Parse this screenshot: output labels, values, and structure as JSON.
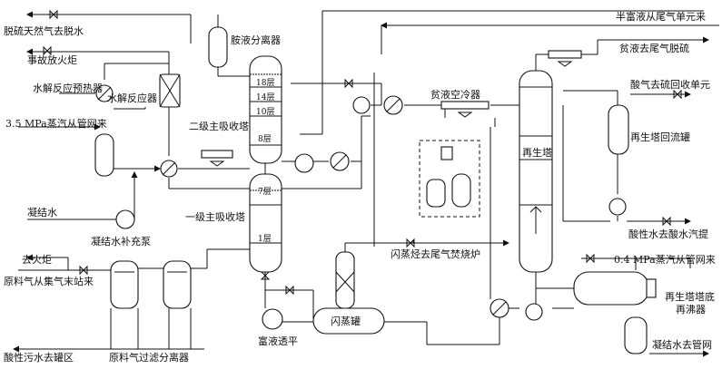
{
  "labels": {
    "desulf_gas": "脱硫天然气去脱水",
    "flare": "事故放火炬",
    "amine_separator": "胺液分离器",
    "semi_rich_from_tail": "半富液从尾气单元来",
    "lean_to_tail": "贫液去尾气脱硫",
    "hydrolysis_preheater": "水解反应预热器",
    "hydrolysis_reactor": "水解反应器",
    "steam_35": "3.5 MPa蒸汽从管网来",
    "tray_18": "18层",
    "tray_14": "14层",
    "tray_10": "10层",
    "tray_8": "8层",
    "tray_7": "7层",
    "tray_1": "1层",
    "secondary_absorber": "二级主吸收塔",
    "primary_absorber": "一级主吸收塔",
    "lean_aircooler": "贫液空冷器",
    "acid_gas_sulfur": "酸气去硫回收单元",
    "reflux_drum": "再生塔回流罐",
    "regenerator": "再生塔",
    "condensate": "凝结水",
    "condensate_pump": "凝结水补充泵",
    "flash_incinerator": "闪蒸烃去尾气焚烧炉",
    "sour_water": "酸性水去酸水汽提",
    "to_flare": "去火炬",
    "feed_gas": "原料气从集气末站来",
    "steam_04": "0.4 MPa蒸汽从管网来",
    "reboiler_line1": "再生塔塔底",
    "reboiler_line2": "再沸器",
    "rich_turbine": "富液透平",
    "flash_tank": "闪蒸罐",
    "condensate_out": "凝结水去管网",
    "acid_sewage": "酸性污水去罐区",
    "feed_filter": "原料气过滤分离器"
  }
}
